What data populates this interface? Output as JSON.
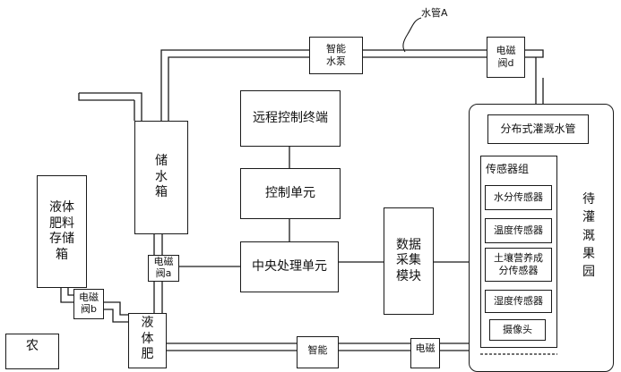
{
  "pipe_label": "水管A",
  "nodes": {
    "smart_pump_top": "智能\n水泵",
    "valve_d": "电磁\n阀d",
    "remote_terminal": "远程控制终端",
    "control_unit": "控制单元",
    "cpu": "中央处理单元",
    "data_module": "数据\n采集\n模块",
    "storage_tank": "储\n水\n箱",
    "fertilizer_store": "液体\n肥料\n存储\n箱",
    "valve_a": "电磁\n阀a",
    "valve_b": "电磁\n阀b",
    "liquid_fert_box": "液\n体\n肥",
    "nong_box": "农",
    "smart_pump_bottom": "智能",
    "valve_bottom": "电磁",
    "orchard_title": "待\n灌\n溉\n果\n园",
    "distributed_pipe": "分布式灌溉水管",
    "sensor_group": "传感器组",
    "sensors": [
      "水分传感器",
      "温度传感器",
      "土壤营养成\n分传感器",
      "湿度传感器",
      "摄像头"
    ]
  }
}
